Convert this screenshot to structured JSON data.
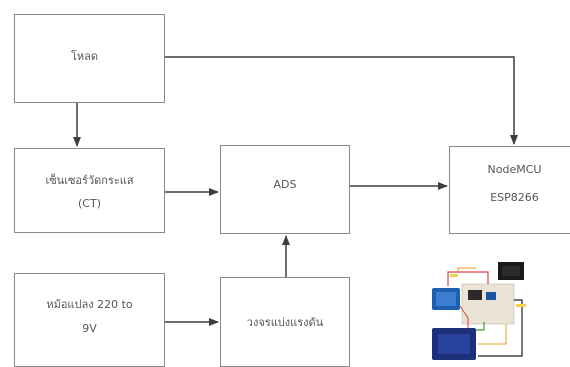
{
  "boxes": {
    "load": {
      "label": "โหลด"
    },
    "current_sensor": {
      "line1": "เซ็นเซอร์วัดกระแส",
      "line2": "(CT)"
    },
    "transformer": {
      "line1": "หม้อแปลง 220 to",
      "line2": "9V"
    },
    "ads": {
      "label": "ADS"
    },
    "voltage_circuit": {
      "label": "วงจรแบ่งแรงดัน"
    },
    "mcu": {
      "line1": "NodeMCU",
      "line2": "ESP8266"
    }
  },
  "colors": {
    "box_border": "#8a8a8a",
    "arrow": "#3d3d3d",
    "text": "#555555"
  },
  "photo": {
    "description": "circuit-wiring-photo"
  }
}
